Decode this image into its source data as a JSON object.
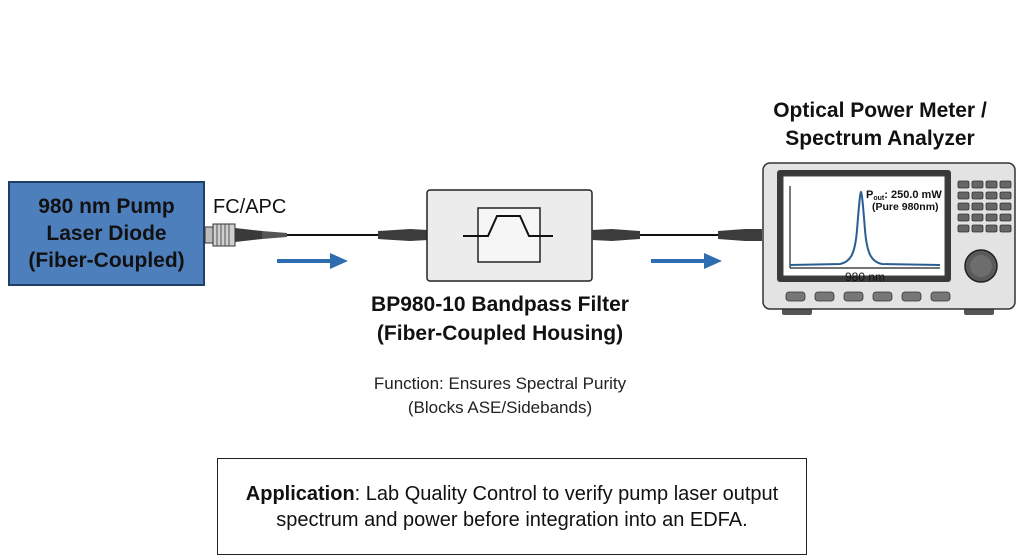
{
  "laser": {
    "line1": "980 nm Pump",
    "line2": "Laser Diode",
    "line3": "(Fiber-Coupled)"
  },
  "connector": {
    "label": "FC/APC"
  },
  "filter": {
    "title_line1": "BP980-10 Bandpass Filter",
    "title_line2": "(Fiber-Coupled Housing)",
    "function_line1": "Function: Ensures Spectral Purity",
    "function_line2": "(Blocks ASE/Sidebands)"
  },
  "meter": {
    "title_line1": "Optical Power Meter /",
    "title_line2": "Spectrum Analyzer",
    "reading_prefix": "P",
    "reading_sub": "out",
    "reading_value": ": 250.0 mW",
    "reading_note": "(Pure 980nm)",
    "axis_label": "980 nm"
  },
  "application": {
    "label": "Application",
    "text": ": Lab Quality Control to verify pump laser output spectrum and power before integration into an EDFA."
  },
  "colors": {
    "laser_fill": "#4e7fbd",
    "arrow": "#2e6db0",
    "spectrum": "#2b5f94",
    "device_body": "#e3e3e3"
  }
}
